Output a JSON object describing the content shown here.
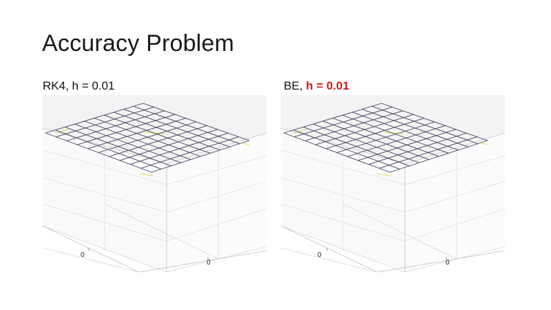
{
  "slide": {
    "title": "Accuracy Problem"
  },
  "panels": [
    {
      "label_prefix": "RK4, h = 0.01",
      "label_highlight": "",
      "x_tick": "0",
      "y_tick": "0"
    },
    {
      "label_prefix": "BE, ",
      "label_highlight": "h = 0.01",
      "x_tick": "0",
      "y_tick": "0"
    }
  ],
  "colors": {
    "highlight": "#d21a1a",
    "mesh": "#3b3f5c",
    "marker": "#e6d84a",
    "axes_bg": "#f0f0f0",
    "grid": "#dcdcdc"
  },
  "chart_data": [
    {
      "type": "surface",
      "grid_lines_per_side": 11,
      "x_tick_labels": [
        "0"
      ],
      "y_tick_labels": [
        "0"
      ],
      "grid": true
    },
    {
      "type": "surface",
      "grid_lines_per_side": 11,
      "x_tick_labels": [
        "0"
      ],
      "y_tick_labels": [
        "0"
      ],
      "grid": true
    }
  ]
}
